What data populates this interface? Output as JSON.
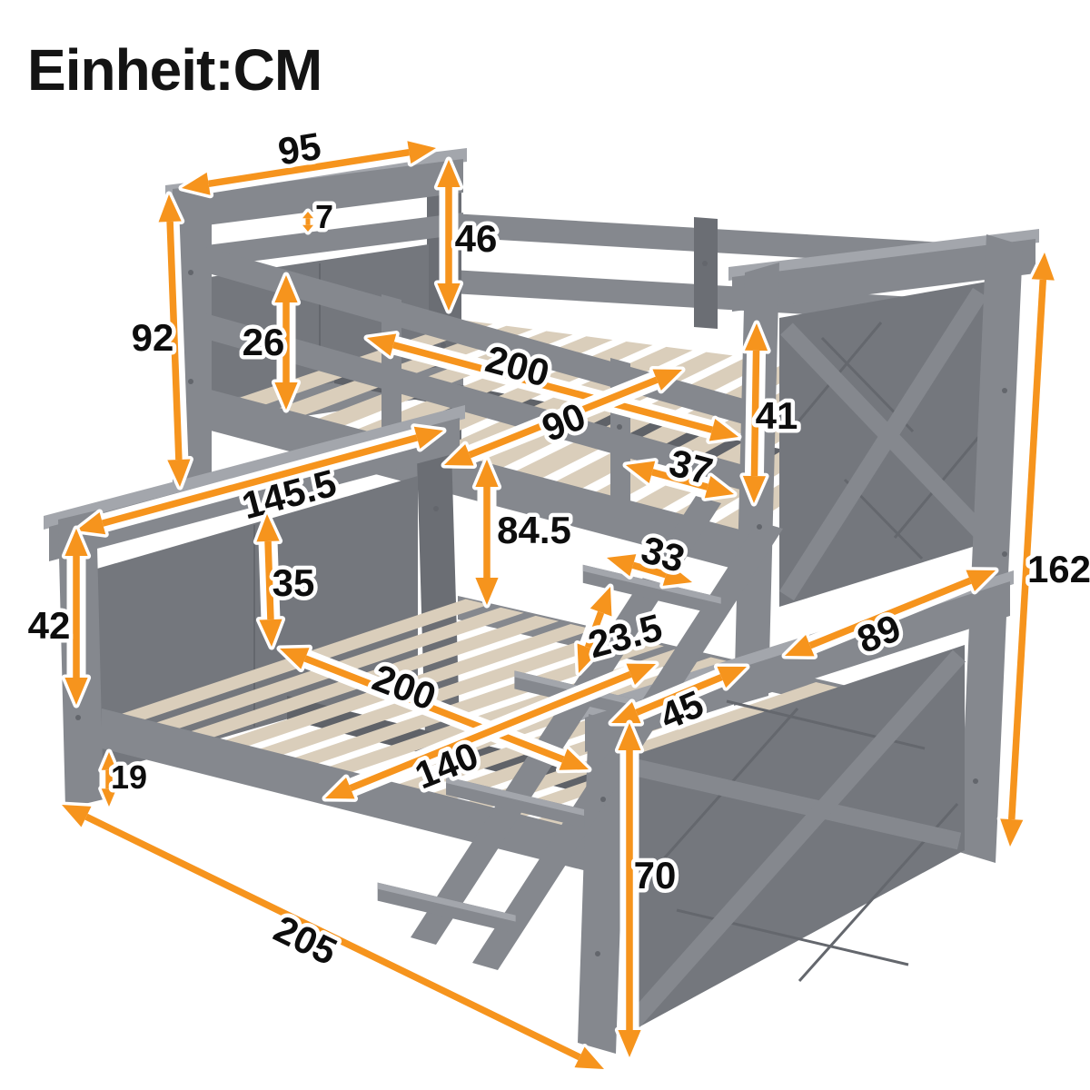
{
  "title": "Einheit:CM",
  "colors": {
    "accent": "#F6941D",
    "wood": "#85888E",
    "panel": "#74777D",
    "slat": "#DACEBB"
  },
  "dimensions": {
    "d95": {
      "value": "95"
    },
    "d7": {
      "value": "7"
    },
    "d46": {
      "value": "46"
    },
    "d92": {
      "value": "92"
    },
    "d26": {
      "value": "26"
    },
    "d200_top": {
      "value": "200"
    },
    "d90": {
      "value": "90"
    },
    "d37": {
      "value": "37"
    },
    "d41": {
      "value": "41"
    },
    "d145_5": {
      "value": "145.5"
    },
    "d84_5": {
      "value": "84.5"
    },
    "d33": {
      "value": "33"
    },
    "d23_5": {
      "value": "23.5"
    },
    "d35": {
      "value": "35"
    },
    "d42": {
      "value": "42"
    },
    "d200_bottom": {
      "value": "200"
    },
    "d140": {
      "value": "140"
    },
    "d45": {
      "value": "45"
    },
    "d89": {
      "value": "89"
    },
    "d19": {
      "value": "19"
    },
    "d70": {
      "value": "70"
    },
    "d205": {
      "value": "205"
    },
    "d162": {
      "value": "162"
    }
  }
}
